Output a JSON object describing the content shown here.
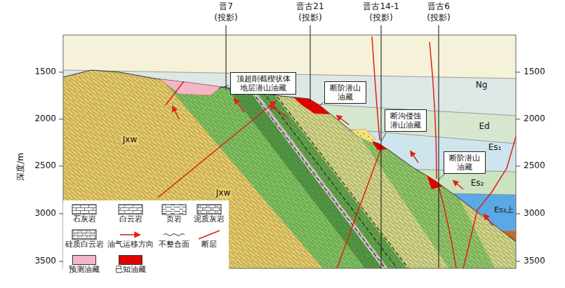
{
  "diagram": {
    "nodes": [
      {
        "text": [
          "顶超削截楔状体地层潜山油藏"
        ]
      },
      {
        "text": [
          "断阶潜山油藏"
        ]
      },
      {
        "text": [
          "断沟侵蚀潜山油藏"
        ]
      },
      {
        "text": [
          "断阶潜山油藏"
        ]
      }
    ],
    "labels": [
      "晋7",
      "(投影)",
      "晋古21",
      "(投影)",
      "晋古14-1",
      "(投影)",
      "晋古6",
      "(投影)",
      "1500",
      "2000",
      "2500",
      "3000",
      "3500",
      "深度/m",
      "1500",
      "2000",
      "2500",
      "3000",
      "3500",
      "Ng",
      "Ed",
      "Es₁",
      "Es₂",
      "Es₃上",
      "Jxw",
      "Jxw"
    ],
    "legend": [
      {
        "text": "石灰岩"
      },
      {
        "text": "白云岩"
      },
      {
        "text": "页岩"
      },
      {
        "text": "泥质灰岩"
      },
      {
        "text": "硅质白云岩"
      },
      {
        "text": "油气运移方向"
      },
      {
        "text": "不整合面"
      },
      {
        "text": "断层"
      },
      {
        "text": "预测油藏",
        "color": "#f4b6c6"
      },
      {
        "text": "已知油藏",
        "color": "#e00000"
      }
    ]
  }
}
